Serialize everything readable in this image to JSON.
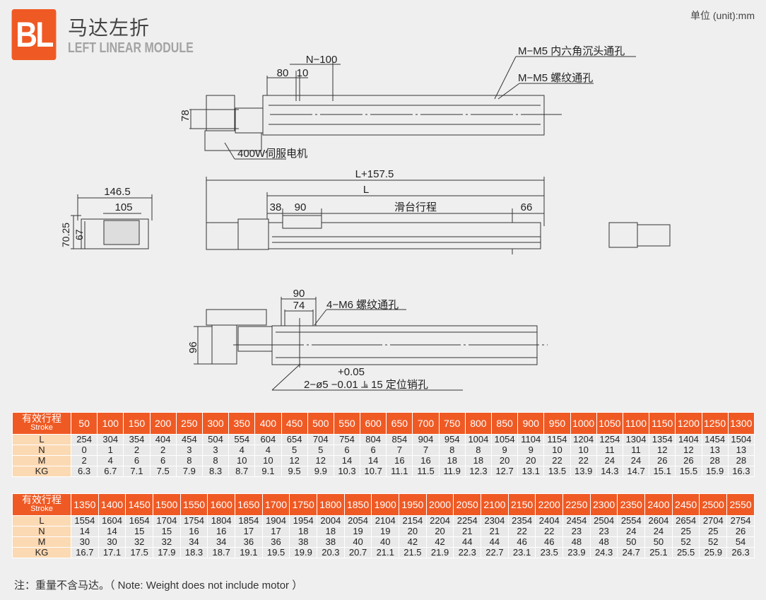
{
  "header": {
    "logo": "BL",
    "title_cn": "马达左折",
    "title_en": "LEFT LINEAR MODULE",
    "unit": "单位 (unit):mm"
  },
  "drawing": {
    "top_view": {
      "dim_n100": "N−100",
      "dim_80": "80",
      "dim_10": "10",
      "dim_78": "78",
      "label_counterbore": "M−M5 内六角沉头通孔",
      "label_thread": "M−M5 螺纹通孔",
      "label_motor": "400W伺服电机"
    },
    "side_view": {
      "dim_total": "L+157.5",
      "dim_L": "L",
      "dim_38": "38",
      "dim_90": "90",
      "dim_stroke": "滑台行程",
      "dim_66": "66"
    },
    "end_view": {
      "dim_146_5": "146.5",
      "dim_105": "105",
      "dim_70_25": "70.25",
      "dim_67": "67"
    },
    "bottom_view": {
      "dim_90": "90",
      "dim_74": "74",
      "label_m6": "4−M6 螺纹通孔",
      "dim_96": "96",
      "tol_upper": "+0.05",
      "pin_hole": "2−ø5 −0.01 ⫡ 15 定位销孔"
    }
  },
  "tables": [
    {
      "header": {
        "cn": "有效行程",
        "en": "Stroke"
      },
      "stroke": [
        "50",
        "100",
        "150",
        "200",
        "250",
        "300",
        "350",
        "400",
        "450",
        "500",
        "550",
        "600",
        "650",
        "700",
        "750",
        "800",
        "850",
        "900",
        "950",
        "1000",
        "1050",
        "1100",
        "1150",
        "1200",
        "1250",
        "1300"
      ],
      "rows": [
        {
          "label": "L",
          "values": [
            "254",
            "304",
            "354",
            "404",
            "454",
            "504",
            "554",
            "604",
            "654",
            "704",
            "754",
            "804",
            "854",
            "904",
            "954",
            "1004",
            "1054",
            "1104",
            "1154",
            "1204",
            "1254",
            "1304",
            "1354",
            "1404",
            "1454",
            "1504"
          ]
        },
        {
          "label": "N",
          "values": [
            "0",
            "1",
            "2",
            "2",
            "3",
            "3",
            "4",
            "4",
            "5",
            "5",
            "6",
            "6",
            "7",
            "7",
            "8",
            "8",
            "9",
            "9",
            "10",
            "10",
            "11",
            "11",
            "12",
            "12",
            "13",
            "13"
          ]
        },
        {
          "label": "M",
          "values": [
            "2",
            "4",
            "6",
            "6",
            "8",
            "8",
            "10",
            "10",
            "12",
            "12",
            "14",
            "14",
            "16",
            "16",
            "18",
            "18",
            "20",
            "20",
            "22",
            "22",
            "24",
            "24",
            "26",
            "26",
            "28",
            "28"
          ]
        },
        {
          "label": "KG",
          "values": [
            "6.3",
            "6.7",
            "7.1",
            "7.5",
            "7.9",
            "8.3",
            "8.7",
            "9.1",
            "9.5",
            "9.9",
            "10.3",
            "10.7",
            "11.1",
            "11.5",
            "11.9",
            "12.3",
            "12.7",
            "13.1",
            "13.5",
            "13.9",
            "14.3",
            "14.7",
            "15.1",
            "15.5",
            "15.9",
            "16.3"
          ]
        }
      ]
    },
    {
      "header": {
        "cn": "有效行程",
        "en": "Stroke"
      },
      "stroke": [
        "1350",
        "1400",
        "1450",
        "1500",
        "1550",
        "1600",
        "1650",
        "1700",
        "1750",
        "1800",
        "1850",
        "1900",
        "1950",
        "2000",
        "2050",
        "2100",
        "2150",
        "2200",
        "2250",
        "2300",
        "2350",
        "2400",
        "2450",
        "2500",
        "2550"
      ],
      "rows": [
        {
          "label": "L",
          "values": [
            "1554",
            "1604",
            "1654",
            "1704",
            "1754",
            "1804",
            "1854",
            "1904",
            "1954",
            "2004",
            "2054",
            "2104",
            "2154",
            "2204",
            "2254",
            "2304",
            "2354",
            "2404",
            "2454",
            "2504",
            "2554",
            "2604",
            "2654",
            "2704",
            "2754"
          ]
        },
        {
          "label": "N",
          "values": [
            "14",
            "14",
            "15",
            "15",
            "16",
            "16",
            "17",
            "17",
            "18",
            "18",
            "19",
            "19",
            "20",
            "20",
            "21",
            "21",
            "22",
            "22",
            "23",
            "23",
            "24",
            "24",
            "25",
            "25",
            "26"
          ]
        },
        {
          "label": "M",
          "values": [
            "30",
            "30",
            "32",
            "32",
            "34",
            "34",
            "36",
            "36",
            "38",
            "38",
            "40",
            "40",
            "42",
            "42",
            "44",
            "44",
            "46",
            "46",
            "48",
            "48",
            "50",
            "50",
            "52",
            "52",
            "54"
          ]
        },
        {
          "label": "KG",
          "values": [
            "16.7",
            "17.1",
            "17.5",
            "17.9",
            "18.3",
            "18.7",
            "19.1",
            "19.5",
            "19.9",
            "20.3",
            "20.7",
            "21.1",
            "21.5",
            "21.9",
            "22.3",
            "22.7",
            "23.1",
            "23.5",
            "23.9",
            "24.3",
            "24.7",
            "25.1",
            "25.5",
            "25.9",
            "26.3"
          ]
        }
      ]
    }
  ],
  "note": "注：重量不含马达。（ Note: Weight does not include motor ）",
  "colors": {
    "accent": "#ef5a24",
    "label_column": "#fbd9b3",
    "cell": "#e9e9ea"
  }
}
